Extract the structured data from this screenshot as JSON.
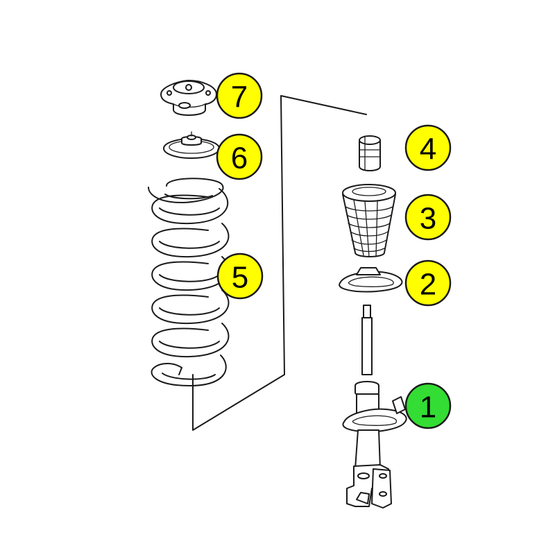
{
  "callouts": [
    {
      "label": "7",
      "color": "#ffff00"
    },
    {
      "label": "6",
      "color": "#ffff00"
    },
    {
      "label": "5",
      "color": "#ffff00"
    },
    {
      "label": "4",
      "color": "#ffff00"
    },
    {
      "label": "3",
      "color": "#ffff00"
    },
    {
      "label": "2",
      "color": "#ffff00"
    },
    {
      "label": "1",
      "color": "#33dd33"
    }
  ],
  "parts": [
    {
      "callout": "7",
      "icon": "top-strut-mount-icon"
    },
    {
      "callout": "6",
      "icon": "spring-upper-seat-icon"
    },
    {
      "callout": "5",
      "icon": "coil-spring-icon"
    },
    {
      "callout": "4",
      "icon": "bump-stop-icon"
    },
    {
      "callout": "3",
      "icon": "dust-boot-icon"
    },
    {
      "callout": "2",
      "icon": "spring-pad-icon"
    },
    {
      "callout": "1",
      "icon": "shock-absorber-strut-icon"
    }
  ]
}
